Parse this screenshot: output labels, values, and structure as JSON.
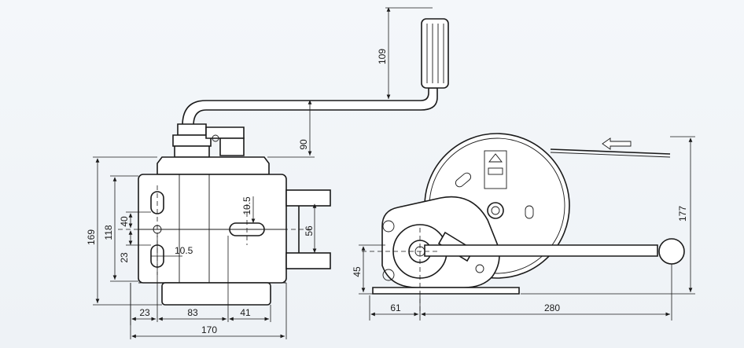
{
  "drawing": {
    "front_view": {
      "dimensions": {
        "d169": "169",
        "d118": "118",
        "d40": "40",
        "d23v": "23",
        "d10_5a": "10.5",
        "d10_5b": "10.5",
        "d56": "56",
        "d90": "90",
        "d109": "109",
        "d23h": "23",
        "d83": "83",
        "d41": "41",
        "d170": "170"
      }
    },
    "side_view": {
      "dimensions": {
        "d177": "177",
        "d45": "45",
        "d61": "61",
        "d280": "280"
      }
    }
  }
}
